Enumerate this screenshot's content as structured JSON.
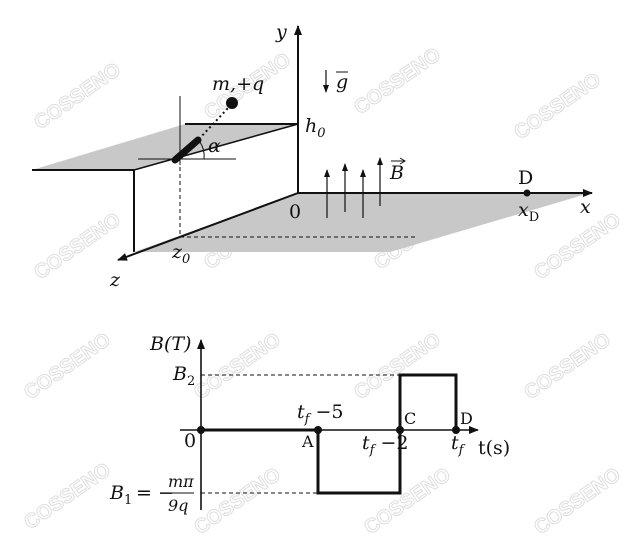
{
  "watermark": "COSSENO",
  "scene": {
    "axis_y": "y",
    "axis_x": "x",
    "axis_z": "z",
    "origin": "0",
    "particle_mass": "m",
    "particle_charge": ",+q",
    "angle": "α",
    "height": "h",
    "height_sub": "0",
    "gravity": "g",
    "field": "B",
    "point_d": "D",
    "xd": "x",
    "xd_sub": "D",
    "z0": "z",
    "z0_sub": "0"
  },
  "graph": {
    "y_label": "B(T)",
    "x_label": "t(s)",
    "origin": "0",
    "b2": "B",
    "b2_sub": "2",
    "b1": "B",
    "b1_sub": "1",
    "b1_eq": "= −",
    "b1_num": "mπ",
    "b1_den": "9q",
    "tick_tf5_t": "t",
    "tick_tf5_sub": "f",
    "tick_tf5_rest": " −5",
    "tick_tf2_t": "t",
    "tick_tf2_sub": "f",
    "tick_tf2_rest": " −2",
    "tick_tf_t": "t",
    "tick_tf_sub": "f",
    "pt_a": "A",
    "pt_c": "C",
    "pt_d": "D"
  }
}
